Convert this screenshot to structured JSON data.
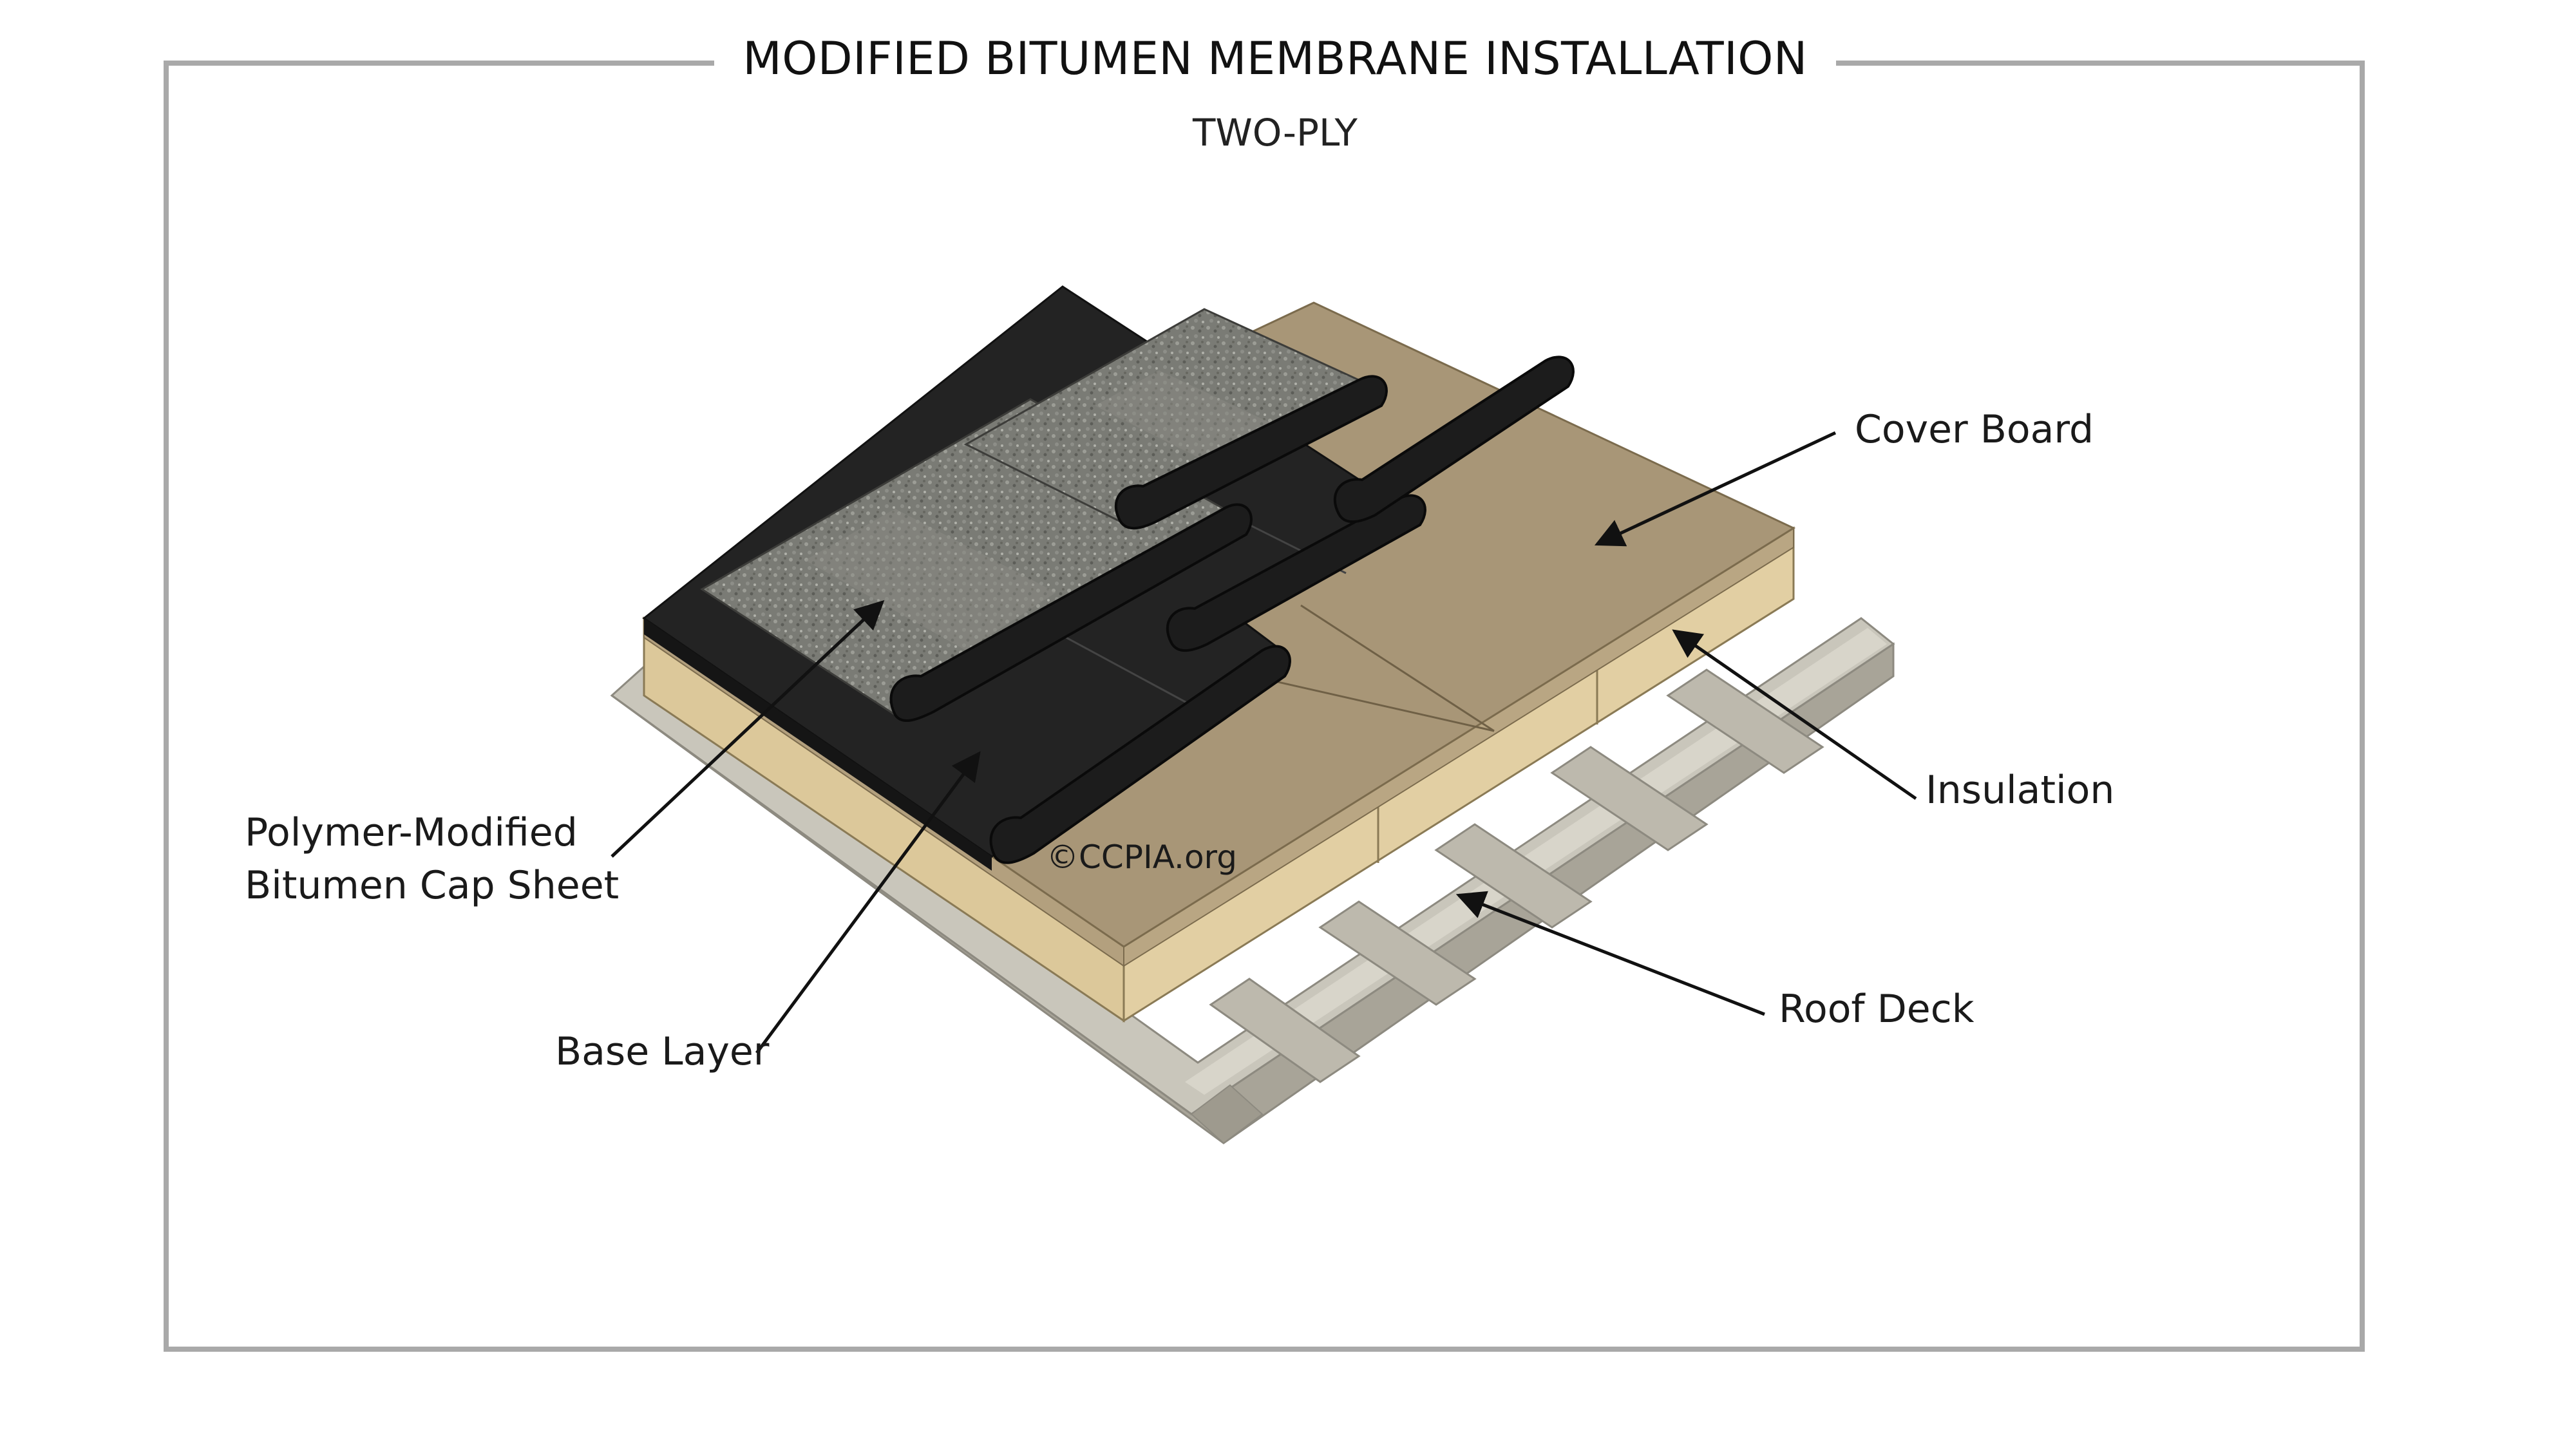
{
  "title": "MODIFIED BITUMEN MEMBRANE INSTALLATION",
  "subtitle": "TWO-PLY",
  "copyright": "©CCPIA.org",
  "labels": {
    "cover_board": "Cover Board",
    "insulation": "Insulation",
    "roof_deck": "Roof Deck",
    "cap_sheet_line1": "Polymer-Modified",
    "cap_sheet_line2": "Bitumen Cap Sheet",
    "base_layer": "Base Layer"
  },
  "colors": {
    "frame": "#a9a9a9",
    "deck": "#b9b5a8",
    "insulation": "#dcc89a",
    "cover_board": "#a89677",
    "membrane": "#222222",
    "granules": "#6f706a"
  }
}
